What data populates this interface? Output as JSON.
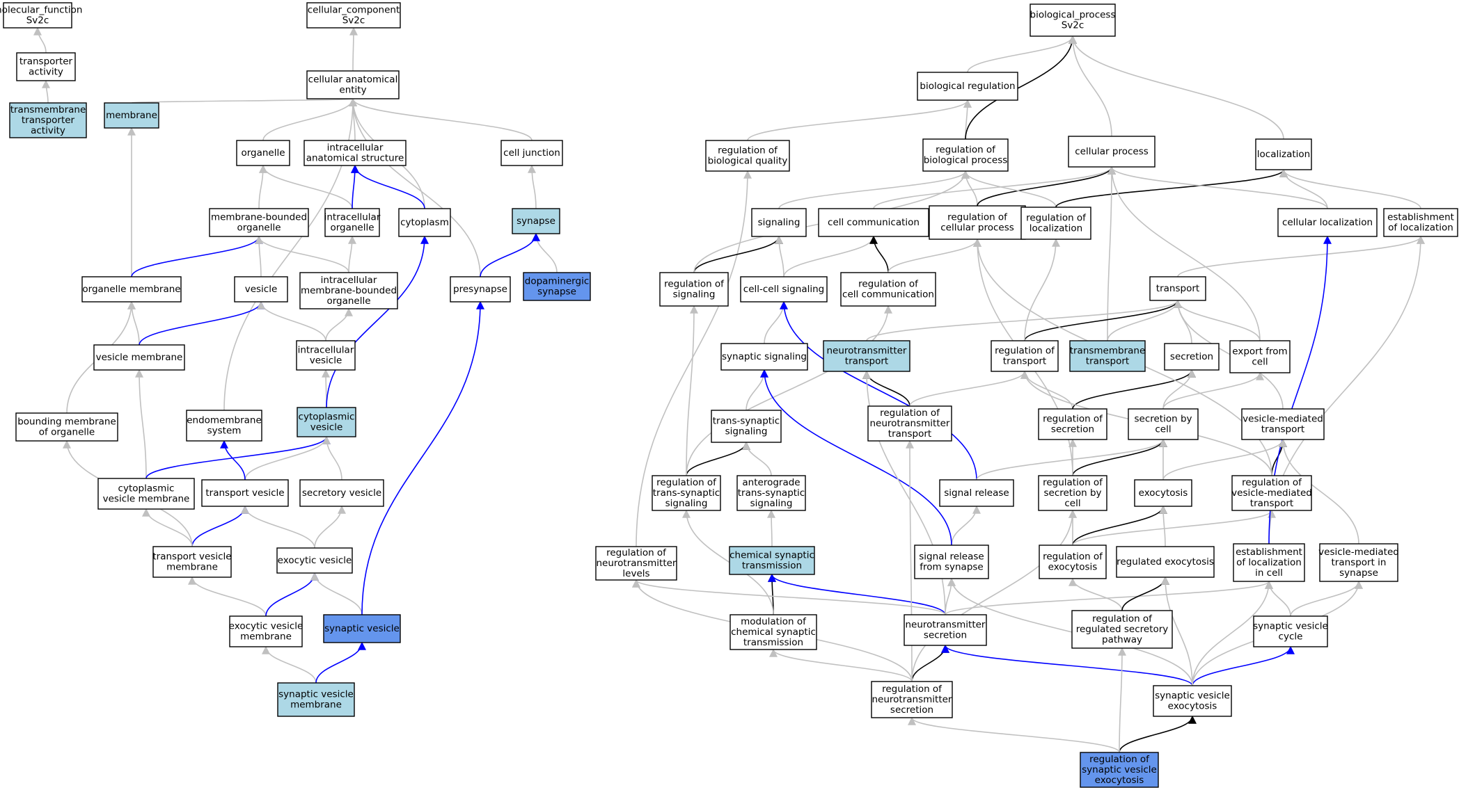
{
  "colors": {
    "plain": "#ffffff",
    "light": "#add8e6",
    "dark": "#6495ed",
    "gray": "#c0c0c0",
    "blue": "#0000ff",
    "black": "#000000"
  },
  "nodes": {
    "mf": {
      "lines": [
        "molecular_function",
        "Sv2c"
      ],
      "fill": "plain"
    },
    "ta": {
      "lines": [
        "transporter",
        "activity"
      ],
      "fill": "plain"
    },
    "tta": {
      "lines": [
        "transmembrane",
        "transporter",
        "activity"
      ],
      "fill": "light"
    },
    "cc": {
      "lines": [
        "cellular_component",
        "Sv2c"
      ],
      "fill": "plain"
    },
    "cae": {
      "lines": [
        "cellular anatomical",
        "entity"
      ],
      "fill": "plain"
    },
    "mem": {
      "lines": [
        "membrane"
      ],
      "fill": "light"
    },
    "org": {
      "lines": [
        "organelle"
      ],
      "fill": "plain"
    },
    "ias": {
      "lines": [
        "intracellular",
        "anatomical structure"
      ],
      "fill": "plain"
    },
    "cj": {
      "lines": [
        "cell junction"
      ],
      "fill": "plain"
    },
    "mbo": {
      "lines": [
        "membrane-bounded",
        "organelle"
      ],
      "fill": "plain"
    },
    "io": {
      "lines": [
        "intracellular",
        "organelle"
      ],
      "fill": "plain"
    },
    "cyt": {
      "lines": [
        "cytoplasm"
      ],
      "fill": "plain"
    },
    "syn": {
      "lines": [
        "synapse"
      ],
      "fill": "light"
    },
    "om": {
      "lines": [
        "organelle membrane"
      ],
      "fill": "plain"
    },
    "ves": {
      "lines": [
        "vesicle"
      ],
      "fill": "plain"
    },
    "imbo": {
      "lines": [
        "intracellular",
        "membrane-bounded",
        "organelle"
      ],
      "fill": "plain"
    },
    "pre": {
      "lines": [
        "presynapse"
      ],
      "fill": "plain"
    },
    "ds": {
      "lines": [
        "dopaminergic",
        "synapse"
      ],
      "fill": "dark"
    },
    "vm": {
      "lines": [
        "vesicle membrane"
      ],
      "fill": "plain"
    },
    "iv": {
      "lines": [
        "intracellular",
        "vesicle"
      ],
      "fill": "plain"
    },
    "bmo": {
      "lines": [
        "bounding membrane",
        "of organelle"
      ],
      "fill": "plain"
    },
    "es": {
      "lines": [
        "endomembrane",
        "system"
      ],
      "fill": "plain"
    },
    "cv": {
      "lines": [
        "cytoplasmic",
        "vesicle"
      ],
      "fill": "light"
    },
    "cvm": {
      "lines": [
        "cytoplasmic",
        "vesicle membrane"
      ],
      "fill": "plain"
    },
    "tv": {
      "lines": [
        "transport vesicle"
      ],
      "fill": "plain"
    },
    "sv2": {
      "lines": [
        "secretory vesicle"
      ],
      "fill": "plain"
    },
    "tvm": {
      "lines": [
        "transport vesicle",
        "membrane"
      ],
      "fill": "plain"
    },
    "ev": {
      "lines": [
        "exocytic vesicle"
      ],
      "fill": "plain"
    },
    "evm": {
      "lines": [
        "exocytic vesicle",
        "membrane"
      ],
      "fill": "plain"
    },
    "sv": {
      "lines": [
        "synaptic vesicle"
      ],
      "fill": "dark"
    },
    "svm": {
      "lines": [
        "synaptic vesicle",
        "membrane"
      ],
      "fill": "light"
    },
    "bp": {
      "lines": [
        "biological_process",
        "Sv2c"
      ],
      "fill": "plain"
    },
    "br": {
      "lines": [
        "biological regulation"
      ],
      "fill": "plain"
    },
    "rbq": {
      "lines": [
        "regulation of",
        "biological quality"
      ],
      "fill": "plain"
    },
    "rbp": {
      "lines": [
        "regulation of",
        "biological process"
      ],
      "fill": "plain"
    },
    "cp": {
      "lines": [
        "cellular process"
      ],
      "fill": "plain"
    },
    "loc": {
      "lines": [
        "localization"
      ],
      "fill": "plain"
    },
    "sig": {
      "lines": [
        "signaling"
      ],
      "fill": "plain"
    },
    "ccomm": {
      "lines": [
        "cell communication"
      ],
      "fill": "plain"
    },
    "rcp": {
      "lines": [
        "regulation of",
        "cellular process"
      ],
      "fill": "plain"
    },
    "rloc": {
      "lines": [
        "regulation of",
        "localization"
      ],
      "fill": "plain"
    },
    "cloc": {
      "lines": [
        "cellular localization"
      ],
      "fill": "plain"
    },
    "eloc": {
      "lines": [
        "establishment",
        "of localization"
      ],
      "fill": "plain"
    },
    "rsig": {
      "lines": [
        "regulation of",
        "signaling"
      ],
      "fill": "plain"
    },
    "ccs": {
      "lines": [
        "cell-cell signaling"
      ],
      "fill": "plain"
    },
    "rcc": {
      "lines": [
        "regulation of",
        "cell communication"
      ],
      "fill": "plain"
    },
    "tr": {
      "lines": [
        "transport"
      ],
      "fill": "plain"
    },
    "ss": {
      "lines": [
        "synaptic signaling"
      ],
      "fill": "plain"
    },
    "ntt": {
      "lines": [
        "neurotransmitter",
        "transport"
      ],
      "fill": "light"
    },
    "rt": {
      "lines": [
        "regulation of",
        "transport"
      ],
      "fill": "plain"
    },
    "tmt": {
      "lines": [
        "transmembrane",
        "transport"
      ],
      "fill": "light"
    },
    "sec": {
      "lines": [
        "secretion"
      ],
      "fill": "plain"
    },
    "efc": {
      "lines": [
        "export from",
        "cell"
      ],
      "fill": "plain"
    },
    "tss": {
      "lines": [
        "trans-synaptic",
        "signaling"
      ],
      "fill": "plain"
    },
    "rntt": {
      "lines": [
        "regulation of",
        "neurotransmitter",
        "transport"
      ],
      "fill": "plain"
    },
    "rsec": {
      "lines": [
        "regulation of",
        "secretion"
      ],
      "fill": "plain"
    },
    "sbc": {
      "lines": [
        "secretion by",
        "cell"
      ],
      "fill": "plain"
    },
    "vmt": {
      "lines": [
        "vesicle-mediated",
        "transport"
      ],
      "fill": "plain"
    },
    "rtss": {
      "lines": [
        "regulation of",
        "trans-synaptic",
        "signaling"
      ],
      "fill": "plain"
    },
    "atss": {
      "lines": [
        "anterograde",
        "trans-synaptic",
        "signaling"
      ],
      "fill": "plain"
    },
    "sr": {
      "lines": [
        "signal release"
      ],
      "fill": "plain"
    },
    "rsbc": {
      "lines": [
        "regulation of",
        "secretion by",
        "cell"
      ],
      "fill": "plain"
    },
    "exo": {
      "lines": [
        "exocytosis"
      ],
      "fill": "plain"
    },
    "rvmt": {
      "lines": [
        "regulation of",
        "vesicle-mediated",
        "transport"
      ],
      "fill": "plain"
    },
    "rntl": {
      "lines": [
        "regulation of",
        "neurotransmitter",
        "levels"
      ],
      "fill": "plain"
    },
    "cst": {
      "lines": [
        "chemical synaptic",
        "transmission"
      ],
      "fill": "light"
    },
    "srfs": {
      "lines": [
        "signal release",
        "from synapse"
      ],
      "fill": "plain"
    },
    "rexo": {
      "lines": [
        "regulation of",
        "exocytosis"
      ],
      "fill": "plain"
    },
    "rexo2": {
      "lines": [
        "regulated exocytosis"
      ],
      "fill": "plain"
    },
    "elic": {
      "lines": [
        "establishment",
        "of localization",
        "in cell"
      ],
      "fill": "plain"
    },
    "vmtis": {
      "lines": [
        "vesicle-mediated",
        "transport in",
        "synapse"
      ],
      "fill": "plain"
    },
    "mcst": {
      "lines": [
        "modulation of",
        "chemical synaptic",
        "transmission"
      ],
      "fill": "plain"
    },
    "nts": {
      "lines": [
        "neurotransmitter",
        "secretion"
      ],
      "fill": "plain"
    },
    "rrsp": {
      "lines": [
        "regulation of",
        "regulated secretory",
        "pathway"
      ],
      "fill": "plain"
    },
    "svc": {
      "lines": [
        "synaptic vesicle",
        "cycle"
      ],
      "fill": "plain"
    },
    "rnts": {
      "lines": [
        "regulation of",
        "neurotransmitter",
        "secretion"
      ],
      "fill": "plain"
    },
    "sve": {
      "lines": [
        "synaptic vesicle",
        "exocytosis"
      ],
      "fill": "plain"
    },
    "rsve": {
      "lines": [
        "regulation of",
        "synaptic vesicle",
        "exocytosis"
      ],
      "fill": "dark"
    }
  }
}
